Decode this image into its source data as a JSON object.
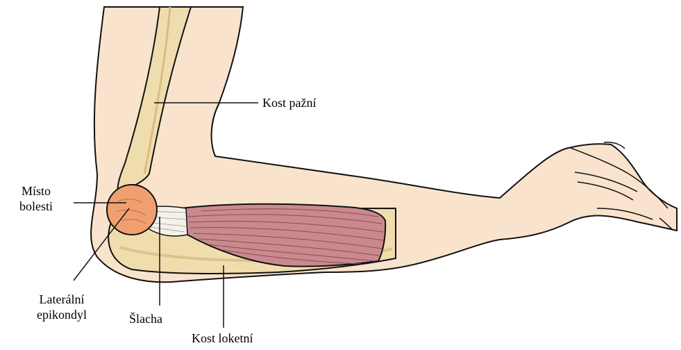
{
  "labels": {
    "humerus": "Kost pažní",
    "pain_site_line1": "Místo",
    "pain_site_line2": "bolesti",
    "lateral_epicondyle_line1": "Laterální",
    "lateral_epicondyle_line2": "epikondyl",
    "tendon": "Šlacha",
    "ulna": "Kost loketní"
  },
  "colors": {
    "skin": "#f9e3cc",
    "bone": "#f0ddae",
    "bone_shadow": "#e2c98f",
    "muscle": "#c98a8f",
    "muscle_line": "#8e4a52",
    "pain_site": "#f0a070",
    "outline": "#111111"
  }
}
